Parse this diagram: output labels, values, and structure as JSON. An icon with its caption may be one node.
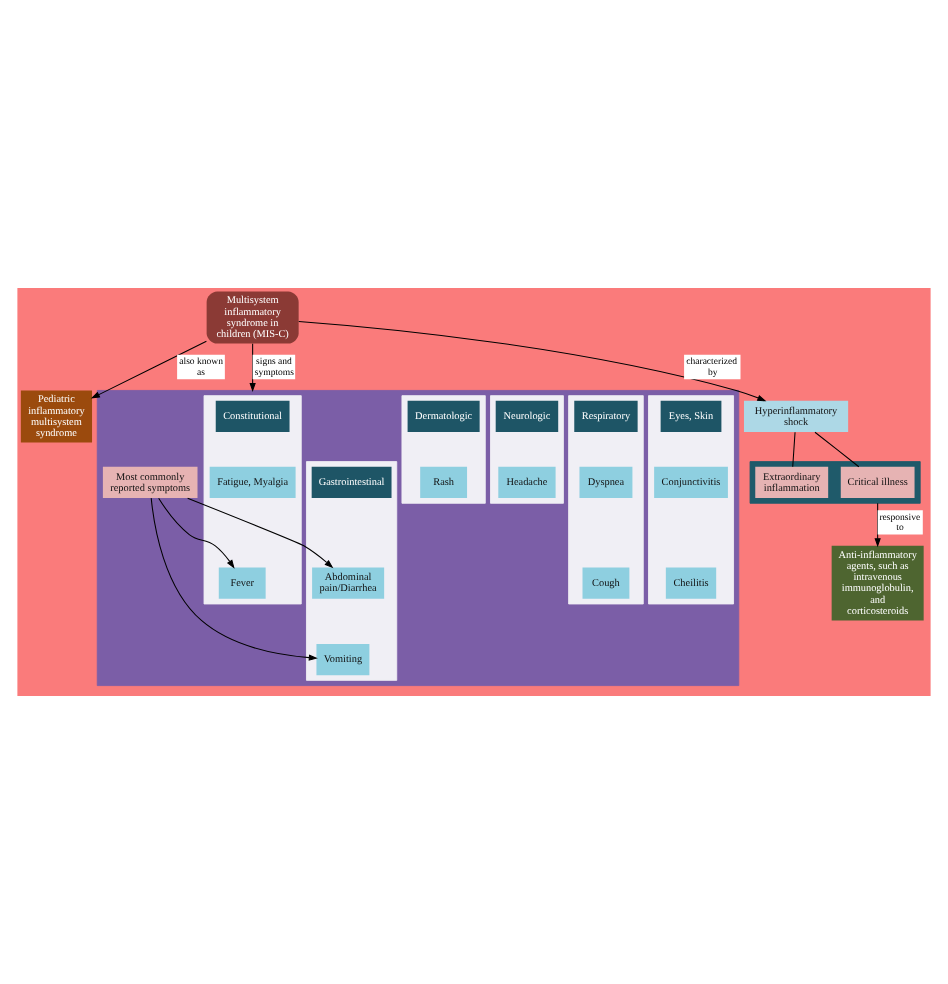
{
  "diagram": {
    "nodes": [
      {
        "text": [
          "Multisystem inflammatory syndrome in children (MIS-C)"
        ]
      },
      {
        "text": [
          "Pediatric inflammatory multisystem syndrome"
        ]
      },
      {
        "text": [
          "Hyperinflammatory shock"
        ]
      },
      {
        "text": [],
        "shape": "box"
      },
      {
        "text": [
          "Extraordinary inflammation"
        ],
        "in": 3
      },
      {
        "text": [
          "Critical illness"
        ],
        "in": 3
      },
      {
        "text": [
          "Anti-inflammatory agents, such as intravenous immunoglobulin, and corticosteroids"
        ]
      },
      {
        "text": [],
        "shape": "box"
      },
      {
        "text": [],
        "shape": "box",
        "in": 7
      },
      {
        "text": [
          "Constitutional"
        ],
        "in": 8
      },
      {
        "text": [
          "Fatigue, Myalgia"
        ],
        "in": 8
      },
      {
        "text": [
          "Fever"
        ],
        "in": 8
      },
      {
        "text": [],
        "shape": "box",
        "in": 7
      },
      {
        "text": [
          "Gastrointestinal"
        ],
        "in": 12
      },
      {
        "text": [
          "Abdominal pain/Diarrhea"
        ],
        "in": 12
      },
      {
        "text": [
          "Vomiting"
        ],
        "in": 12
      },
      {
        "text": [],
        "shape": "box",
        "in": 7
      },
      {
        "text": [
          "Eyes, Skin"
        ],
        "in": 16
      },
      {
        "text": [
          "Conjunctivitis"
        ],
        "in": 16
      },
      {
        "text": [
          "Cheilitis"
        ],
        "in": 16
      },
      {
        "text": [],
        "shape": "box",
        "in": 7
      },
      {
        "text": [
          "Respiratory"
        ],
        "in": 20
      },
      {
        "text": [
          "Dyspnea"
        ],
        "in": 20
      },
      {
        "text": [
          "Cough"
        ],
        "in": 20
      },
      {
        "text": [],
        "shape": "box",
        "in": 7
      },
      {
        "text": [
          "Neurologic"
        ],
        "in": 24
      },
      {
        "text": [
          "Headache"
        ],
        "in": 24
      },
      {
        "text": [],
        "shape": "box",
        "in": 7
      },
      {
        "text": [
          "Dermatologic"
        ],
        "in": 27
      },
      {
        "text": [
          "Rash"
        ],
        "in": 27
      },
      {
        "text": [
          "Most commonly reported symptoms"
        ],
        "in": 7
      }
    ],
    "edges": [
      {
        "from": 0,
        "to": 1,
        "arrow": "to",
        "label": "also known as"
      },
      {
        "from": 0,
        "to": 2,
        "arrow": "to",
        "label": "characterized by"
      },
      {
        "from": 2,
        "to": 4,
        "arrow": "none"
      },
      {
        "from": 2,
        "to": 5,
        "arrow": "none"
      },
      {
        "from": 3,
        "to": 6,
        "arrow": "to",
        "label": "responsive to"
      },
      {
        "from": 0,
        "to": 7,
        "arrow": "to",
        "label": "signs and symptoms"
      },
      {
        "from": 30,
        "to": 11,
        "arrow": "to"
      },
      {
        "from": 30,
        "to": 14,
        "arrow": "to"
      },
      {
        "from": 30,
        "to": 15,
        "arrow": "to"
      }
    ]
  }
}
